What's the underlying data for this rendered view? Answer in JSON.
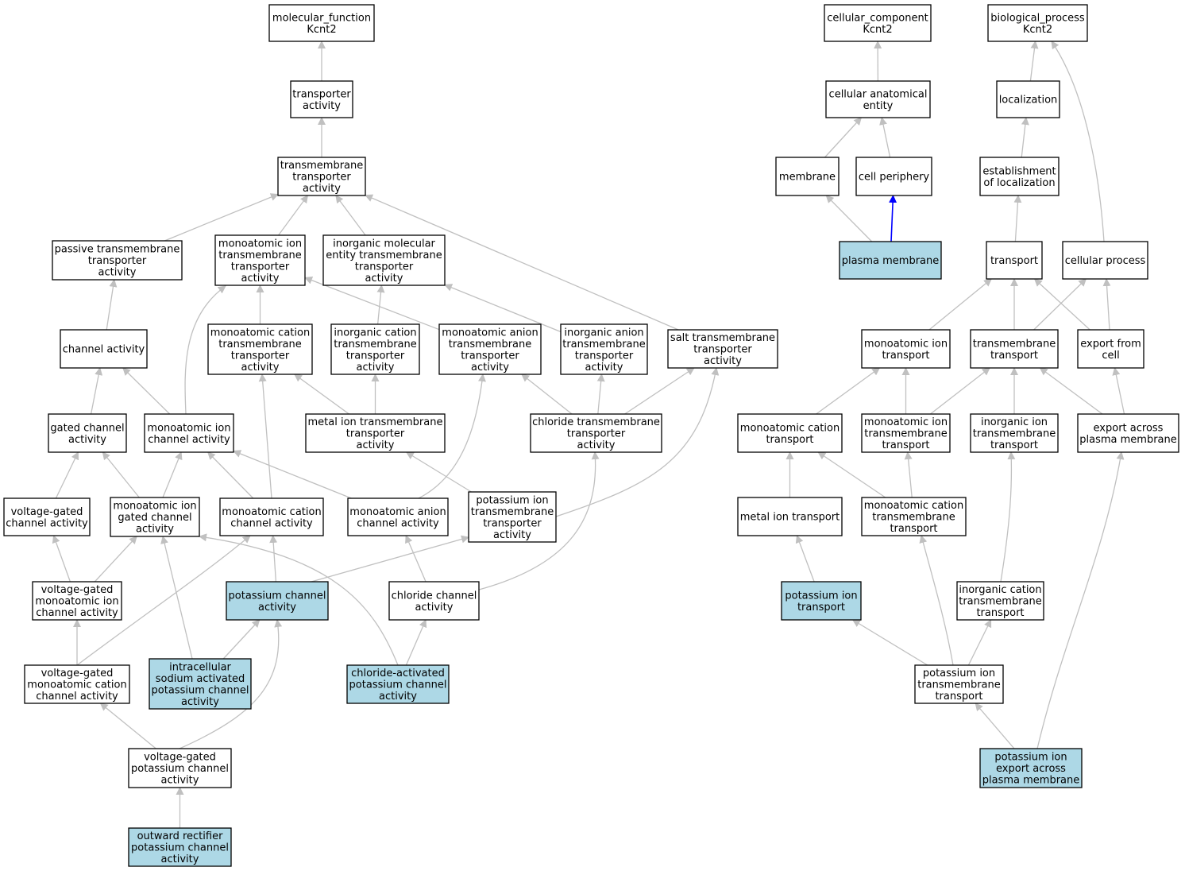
{
  "colors": {
    "highlight": "#add8e6",
    "node_border": "#000000",
    "node_fill": "#ffffff",
    "edge": "#c0c0c0",
    "edge_emphasis": "#0000ff"
  },
  "nodes": [
    {
      "id": "mf",
      "lines": [
        "molecular_function",
        "Kcnt2"
      ],
      "highlighted": false
    },
    {
      "id": "ta",
      "lines": [
        "transporter",
        "activity"
      ],
      "highlighted": false
    },
    {
      "id": "tmta",
      "lines": [
        "transmembrane",
        "transporter",
        "activity"
      ],
      "highlighted": false
    },
    {
      "id": "ptta",
      "lines": [
        "passive transmembrane",
        "transporter",
        "activity"
      ],
      "highlighted": false
    },
    {
      "id": "mitta",
      "lines": [
        "monoatomic ion",
        "transmembrane",
        "transporter",
        "activity"
      ],
      "highlighted": false
    },
    {
      "id": "imetta",
      "lines": [
        "inorganic molecular",
        "entity transmembrane",
        "transporter",
        "activity"
      ],
      "highlighted": false
    },
    {
      "id": "ca",
      "lines": [
        "channel activity"
      ],
      "highlighted": false
    },
    {
      "id": "mctta",
      "lines": [
        "monoatomic cation",
        "transmembrane",
        "transporter",
        "activity"
      ],
      "highlighted": false
    },
    {
      "id": "ictta",
      "lines": [
        "inorganic cation",
        "transmembrane",
        "transporter",
        "activity"
      ],
      "highlighted": false
    },
    {
      "id": "matta",
      "lines": [
        "monoatomic anion",
        "transmembrane",
        "transporter",
        "activity"
      ],
      "highlighted": false
    },
    {
      "id": "iatta",
      "lines": [
        "inorganic anion",
        "transmembrane",
        "transporter",
        "activity"
      ],
      "highlighted": false
    },
    {
      "id": "stta",
      "lines": [
        "salt transmembrane",
        "transporter",
        "activity"
      ],
      "highlighted": false
    },
    {
      "id": "gca",
      "lines": [
        "gated channel",
        "activity"
      ],
      "highlighted": false
    },
    {
      "id": "mica",
      "lines": [
        "monoatomic ion",
        "channel activity"
      ],
      "highlighted": false
    },
    {
      "id": "mitta2",
      "lines": [
        "metal ion transmembrane",
        "transporter",
        "activity"
      ],
      "highlighted": false
    },
    {
      "id": "cltta",
      "lines": [
        "chloride transmembrane",
        "transporter",
        "activity"
      ],
      "highlighted": false
    },
    {
      "id": "vgca",
      "lines": [
        "voltage-gated",
        "channel activity"
      ],
      "highlighted": false
    },
    {
      "id": "migca",
      "lines": [
        "monoatomic ion",
        "gated channel",
        "activity"
      ],
      "highlighted": false
    },
    {
      "id": "mcca",
      "lines": [
        "monoatomic cation",
        "channel activity"
      ],
      "highlighted": false
    },
    {
      "id": "maca",
      "lines": [
        "monoatomic anion",
        "channel activity"
      ],
      "highlighted": false
    },
    {
      "id": "pitta",
      "lines": [
        "potassium ion",
        "transmembrane",
        "transporter",
        "activity"
      ],
      "highlighted": false
    },
    {
      "id": "vgmica",
      "lines": [
        "voltage-gated",
        "monoatomic ion",
        "channel activity"
      ],
      "highlighted": false
    },
    {
      "id": "pca",
      "lines": [
        "potassium channel",
        "activity"
      ],
      "highlighted": true
    },
    {
      "id": "clca",
      "lines": [
        "chloride channel",
        "activity"
      ],
      "highlighted": false
    },
    {
      "id": "vgmcca",
      "lines": [
        "voltage-gated",
        "monoatomic cation",
        "channel activity"
      ],
      "highlighted": false
    },
    {
      "id": "isapca",
      "lines": [
        "intracellular",
        "sodium activated",
        "potassium channel",
        "activity"
      ],
      "highlighted": true
    },
    {
      "id": "capca",
      "lines": [
        "chloride-activated",
        "potassium channel",
        "activity"
      ],
      "highlighted": true
    },
    {
      "id": "vgpca",
      "lines": [
        "voltage-gated",
        "potassium channel",
        "activity"
      ],
      "highlighted": false
    },
    {
      "id": "orpca",
      "lines": [
        "outward rectifier",
        "potassium channel",
        "activity"
      ],
      "highlighted": true
    },
    {
      "id": "cc",
      "lines": [
        "cellular_component",
        "Kcnt2"
      ],
      "highlighted": false
    },
    {
      "id": "cae",
      "lines": [
        "cellular anatomical",
        "entity"
      ],
      "highlighted": false
    },
    {
      "id": "mem",
      "lines": [
        "membrane"
      ],
      "highlighted": false
    },
    {
      "id": "cp",
      "lines": [
        "cell periphery"
      ],
      "highlighted": false
    },
    {
      "id": "pm",
      "lines": [
        "plasma membrane"
      ],
      "highlighted": true
    },
    {
      "id": "bp",
      "lines": [
        "biological_process",
        "Kcnt2"
      ],
      "highlighted": false
    },
    {
      "id": "loc",
      "lines": [
        "localization"
      ],
      "highlighted": false
    },
    {
      "id": "eol",
      "lines": [
        "establishment",
        "of localization"
      ],
      "highlighted": false
    },
    {
      "id": "tr",
      "lines": [
        "transport"
      ],
      "highlighted": false
    },
    {
      "id": "cpr",
      "lines": [
        "cellular process"
      ],
      "highlighted": false
    },
    {
      "id": "mit",
      "lines": [
        "monoatomic ion",
        "transport"
      ],
      "highlighted": false
    },
    {
      "id": "tmt",
      "lines": [
        "transmembrane",
        "transport"
      ],
      "highlighted": false
    },
    {
      "id": "efc",
      "lines": [
        "export from",
        "cell"
      ],
      "highlighted": false
    },
    {
      "id": "mct",
      "lines": [
        "monoatomic cation",
        "transport"
      ],
      "highlighted": false
    },
    {
      "id": "mitt",
      "lines": [
        "monoatomic ion",
        "transmembrane",
        "transport"
      ],
      "highlighted": false
    },
    {
      "id": "iitt",
      "lines": [
        "inorganic ion",
        "transmembrane",
        "transport"
      ],
      "highlighted": false
    },
    {
      "id": "eapm",
      "lines": [
        "export across",
        "plasma membrane"
      ],
      "highlighted": false
    },
    {
      "id": "mit2",
      "lines": [
        "metal ion transport"
      ],
      "highlighted": false
    },
    {
      "id": "mctt",
      "lines": [
        "monoatomic cation",
        "transmembrane",
        "transport"
      ],
      "highlighted": false
    },
    {
      "id": "pit",
      "lines": [
        "potassium ion",
        "transport"
      ],
      "highlighted": true
    },
    {
      "id": "ictt",
      "lines": [
        "inorganic cation",
        "transmembrane",
        "transport"
      ],
      "highlighted": false
    },
    {
      "id": "pitt",
      "lines": [
        "potassium ion",
        "transmembrane",
        "transport"
      ],
      "highlighted": false
    },
    {
      "id": "pieapm",
      "lines": [
        "potassium ion",
        "export across",
        "plasma membrane"
      ],
      "highlighted": true
    }
  ],
  "edges": [
    {
      "from": "ta",
      "to": "mf"
    },
    {
      "from": "tmta",
      "to": "ta"
    },
    {
      "from": "ptta",
      "to": "tmta"
    },
    {
      "from": "mitta",
      "to": "tmta"
    },
    {
      "from": "imetta",
      "to": "tmta"
    },
    {
      "from": "stta",
      "to": "tmta"
    },
    {
      "from": "ca",
      "to": "ptta"
    },
    {
      "from": "mctta",
      "to": "mitta"
    },
    {
      "from": "matta",
      "to": "mitta"
    },
    {
      "from": "mica",
      "to": "mitta"
    },
    {
      "from": "ictta",
      "to": "imetta"
    },
    {
      "from": "iatta",
      "to": "imetta"
    },
    {
      "from": "gca",
      "to": "ca"
    },
    {
      "from": "mica",
      "to": "ca"
    },
    {
      "from": "mitta2",
      "to": "mctta"
    },
    {
      "from": "mitta2",
      "to": "ictta"
    },
    {
      "from": "cltta",
      "to": "matta"
    },
    {
      "from": "cltta",
      "to": "iatta"
    },
    {
      "from": "cltta",
      "to": "stta"
    },
    {
      "from": "vgca",
      "to": "gca"
    },
    {
      "from": "migca",
      "to": "gca"
    },
    {
      "from": "migca",
      "to": "mica"
    },
    {
      "from": "mcca",
      "to": "mica"
    },
    {
      "from": "maca",
      "to": "mica"
    },
    {
      "from": "mcca",
      "to": "mctta"
    },
    {
      "from": "maca",
      "to": "matta"
    },
    {
      "from": "pitta",
      "to": "mitta2"
    },
    {
      "from": "pitta",
      "to": "stta"
    },
    {
      "from": "vgmica",
      "to": "vgca"
    },
    {
      "from": "vgmica",
      "to": "migca"
    },
    {
      "from": "pca",
      "to": "mcca"
    },
    {
      "from": "pca",
      "to": "pitta"
    },
    {
      "from": "clca",
      "to": "maca"
    },
    {
      "from": "clca",
      "to": "cltta"
    },
    {
      "from": "vgmcca",
      "to": "vgmica"
    },
    {
      "from": "vgmcca",
      "to": "mcca"
    },
    {
      "from": "isapca",
      "to": "migca"
    },
    {
      "from": "isapca",
      "to": "pca"
    },
    {
      "from": "capca",
      "to": "migca"
    },
    {
      "from": "capca",
      "to": "clca"
    },
    {
      "from": "vgpca",
      "to": "vgmcca"
    },
    {
      "from": "vgpca",
      "to": "pca"
    },
    {
      "from": "orpca",
      "to": "vgpca"
    },
    {
      "from": "cae",
      "to": "cc"
    },
    {
      "from": "mem",
      "to": "cae"
    },
    {
      "from": "cp",
      "to": "cae"
    },
    {
      "from": "pm",
      "to": "mem"
    },
    {
      "from": "pm",
      "to": "cp",
      "emphasis": true
    },
    {
      "from": "loc",
      "to": "bp"
    },
    {
      "from": "cpr",
      "to": "bp"
    },
    {
      "from": "eol",
      "to": "loc"
    },
    {
      "from": "tr",
      "to": "eol"
    },
    {
      "from": "mit",
      "to": "tr"
    },
    {
      "from": "tmt",
      "to": "tr"
    },
    {
      "from": "efc",
      "to": "tr"
    },
    {
      "from": "tmt",
      "to": "cpr"
    },
    {
      "from": "efc",
      "to": "cpr"
    },
    {
      "from": "mct",
      "to": "mit"
    },
    {
      "from": "mitt",
      "to": "mit"
    },
    {
      "from": "mitt",
      "to": "tmt"
    },
    {
      "from": "iitt",
      "to": "tmt"
    },
    {
      "from": "eapm",
      "to": "tmt"
    },
    {
      "from": "eapm",
      "to": "efc"
    },
    {
      "from": "mit2",
      "to": "mct"
    },
    {
      "from": "mctt",
      "to": "mct"
    },
    {
      "from": "mctt",
      "to": "mitt"
    },
    {
      "from": "pit",
      "to": "mit2"
    },
    {
      "from": "ictt",
      "to": "iitt"
    },
    {
      "from": "pitt",
      "to": "pit"
    },
    {
      "from": "pitt",
      "to": "mctt"
    },
    {
      "from": "pitt",
      "to": "ictt"
    },
    {
      "from": "pieapm",
      "to": "pitt"
    },
    {
      "from": "pieapm",
      "to": "eapm"
    }
  ]
}
